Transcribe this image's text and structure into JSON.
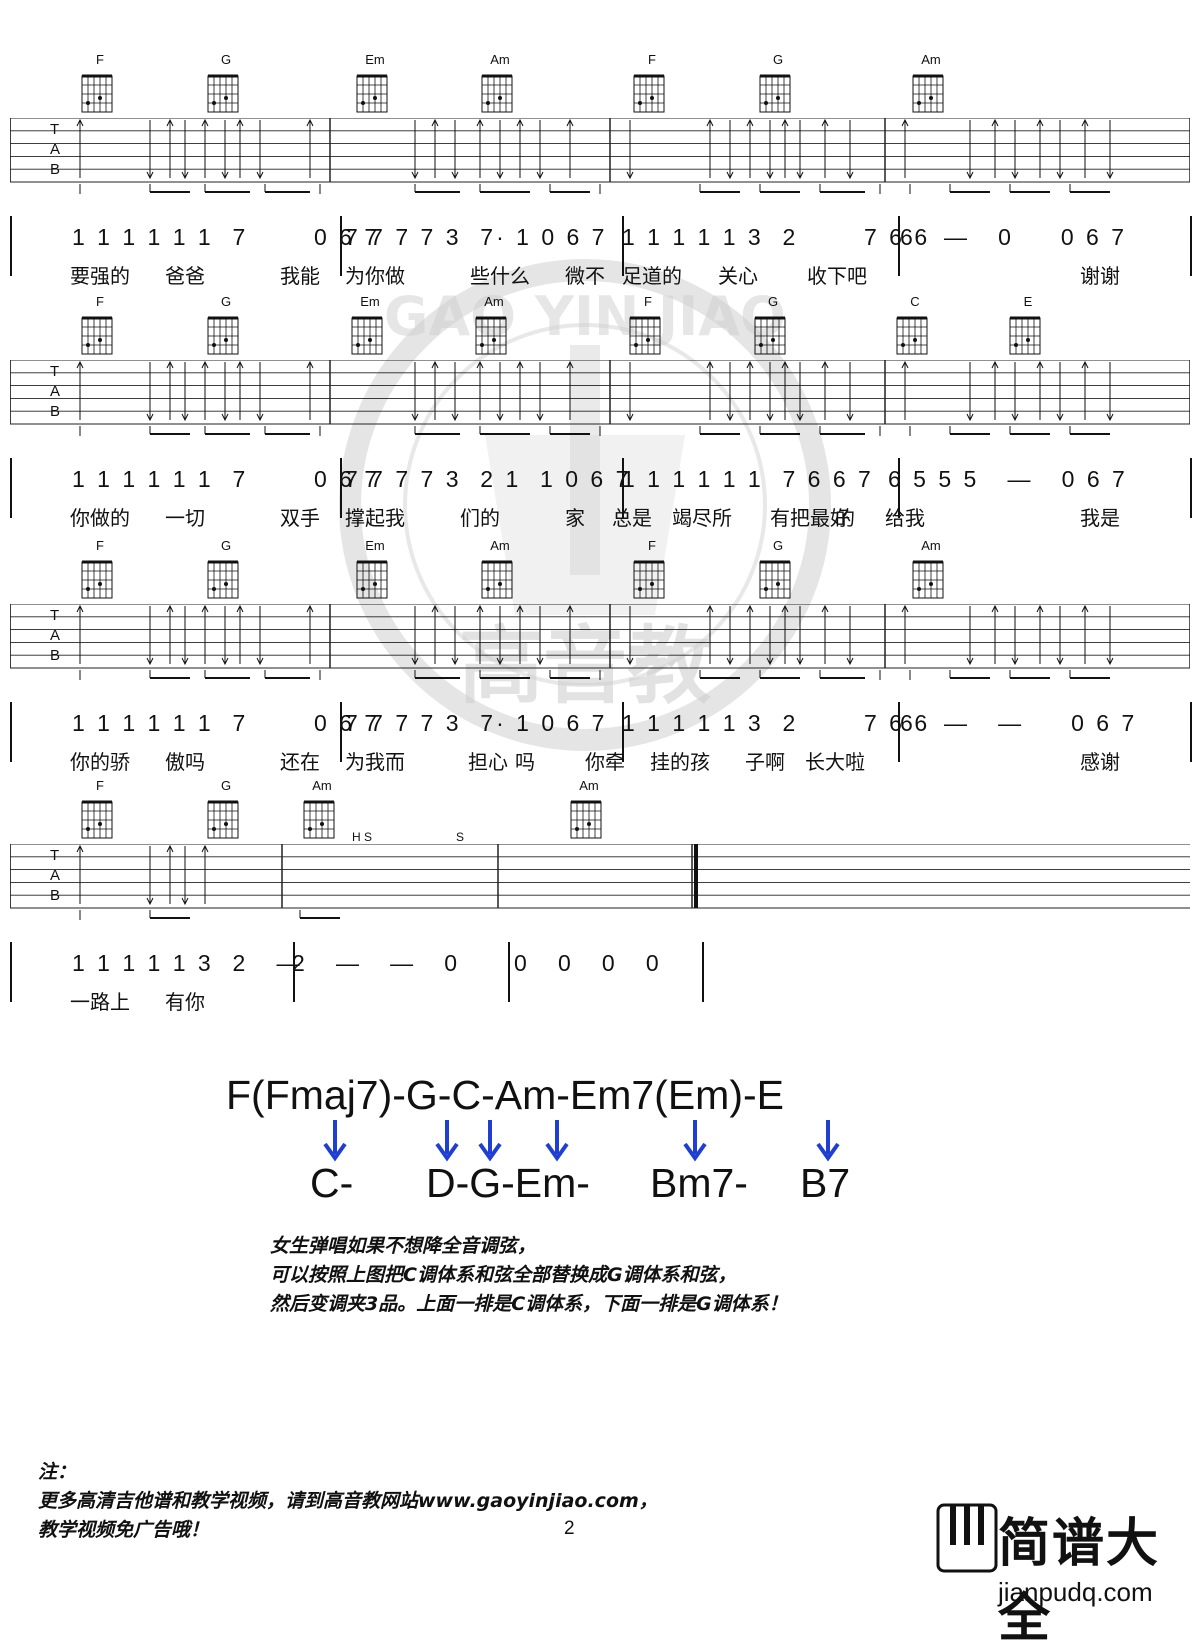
{
  "systems": [
    {
      "chords": [
        "F",
        "G",
        "Em",
        "Am",
        "F",
        "G",
        "Am"
      ],
      "chord_x": [
        100,
        226,
        375,
        500,
        652,
        778,
        931
      ],
      "notes": [
        "1 1 1 1 1 1  7       0 6 7",
        "7 7 7 7 3  7· 1 0 6 7",
        "1 1 1 1 1 3  2       7 6 6",
        "6   —   0     0 6 7"
      ],
      "notes_x": [
        72,
        345,
        622,
        900
      ],
      "lyrics": [
        "要强的",
        "爸爸",
        "我能",
        "为你做",
        "些什么",
        "微不",
        "足道的",
        "关心",
        "收下吧",
        "谢谢"
      ],
      "lyrics_x": [
        70,
        165,
        280,
        345,
        470,
        565,
        622,
        718,
        807,
        1080
      ]
    },
    {
      "chords": [
        "F",
        "G",
        "Em",
        "Am",
        "F",
        "G",
        "C",
        "E"
      ],
      "chord_x": [
        100,
        226,
        370,
        494,
        648,
        773,
        915,
        1028
      ],
      "notes": [
        "1 1 1 1 1 1  7       0 6 7",
        "7 7 7 7 3  2 1  1 0 6 7",
        "1 1 1 1 1 1  7 6 6 7",
        "6 5 5 5   —   0 6 7"
      ],
      "notes_x": [
        72,
        345,
        622,
        888
      ],
      "lyrics": [
        "你做的",
        "一切",
        "双手",
        "撑起我",
        "们的",
        "家",
        "总是",
        "竭尽所",
        "有把最好",
        "的",
        "给我",
        "我是"
      ],
      "lyrics_x": [
        70,
        165,
        280,
        345,
        460,
        565,
        612,
        672,
        770,
        835,
        885,
        1080
      ]
    },
    {
      "chords": [
        "F",
        "G",
        "Em",
        "Am",
        "F",
        "G",
        "Am"
      ],
      "chord_x": [
        100,
        226,
        375,
        500,
        652,
        778,
        931
      ],
      "notes": [
        "1 1 1 1 1 1  7       0 6 7",
        "7 7 7 7 3  7· 1 0 6 7",
        "1 1 1 1 1 3  2       7 6 6",
        "6   —   —     0 6 7"
      ],
      "notes_x": [
        72,
        345,
        622,
        900
      ],
      "lyrics": [
        "你的骄",
        "傲吗",
        "还在",
        "为我而",
        "担心",
        "吗",
        "你牵",
        "挂的孩",
        "子啊",
        "长大啦",
        "感谢"
      ],
      "lyrics_x": [
        70,
        165,
        280,
        345,
        468,
        515,
        585,
        650,
        745,
        805,
        1080
      ]
    },
    {
      "chords": [
        "F",
        "G",
        "Am",
        "Am"
      ],
      "chord_x": [
        100,
        226,
        322,
        589
      ],
      "notes": [
        "1 1 1 1 1 3  2   —",
        "2   —   —   0",
        "0   0   0   0"
      ],
      "notes_x": [
        72,
        292,
        514
      ],
      "lyrics": [
        "一路上",
        "有你"
      ],
      "lyrics_x": [
        70,
        165
      ],
      "techniques": [
        "H S",
        "S"
      ]
    }
  ],
  "tab_letters": [
    "T",
    "A",
    "B"
  ],
  "progression": {
    "top": "F(Fmaj7)-G-C-Am-Em7(Em)-E",
    "bottom": [
      "C-",
      "D-G-Em-",
      "Bm7-",
      "B7"
    ],
    "arrow_color": "#1f3fd4"
  },
  "note_text": [
    "女生弹唱如果不想降全音调弦，",
    "可以按照上图把C调体系和弦全部替换成G调体系和弦，",
    "然后变调夹3品。上面一排是C调体系，下面一排是G调体系！"
  ],
  "footer": [
    "注：",
    "更多高清吉他谱和教学视频，请到高音教网站www.gaoyinjiao.com，",
    "教学视频免广告哦！"
  ],
  "page_number": "2",
  "logo": {
    "title": "简谱大全",
    "url": "jianpudq.com"
  },
  "watermark": {
    "text_arc": "GAO YIN JIAO",
    "text_main": "高音教"
  }
}
